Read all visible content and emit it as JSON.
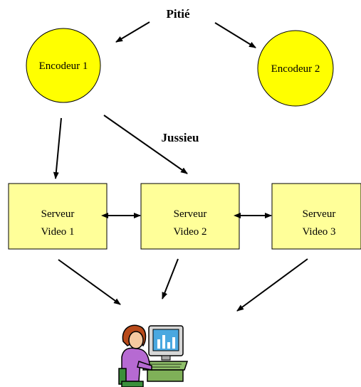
{
  "labels": {
    "pitie": "Pitié",
    "jussieu": "Jussieu"
  },
  "encoders": [
    {
      "label": "Encodeur 1"
    },
    {
      "label": "Encodeur 2"
    }
  ],
  "servers": [
    {
      "line1": "Serveur",
      "line2": "Video 1"
    },
    {
      "line1": "Serveur",
      "line2": "Video 2"
    },
    {
      "line1": "Serveur",
      "line2": "Video 3"
    }
  ],
  "colors": {
    "encoder_fill": "#ffff00",
    "server_fill": "#ffff99",
    "stroke": "#000000"
  },
  "icons": {
    "client": "person-at-computer-icon"
  }
}
